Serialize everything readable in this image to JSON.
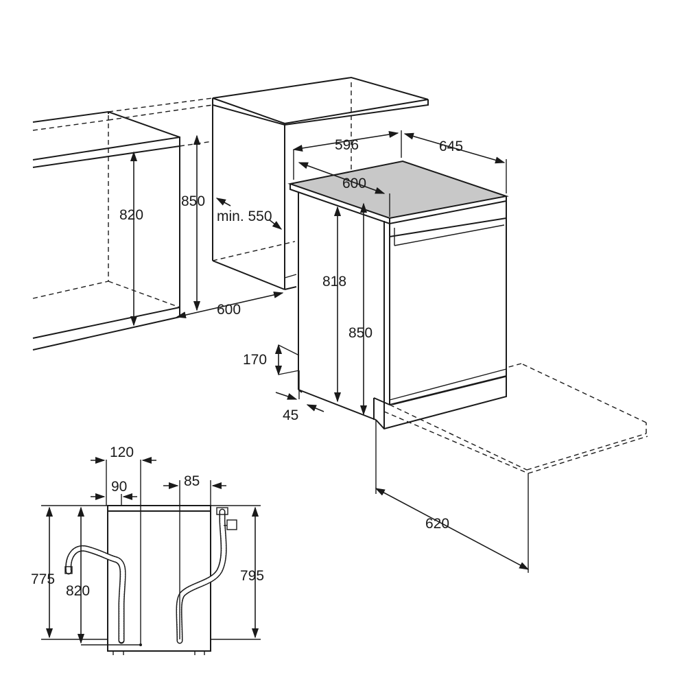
{
  "dimensions": {
    "worktop_width": "596",
    "overall_depth": "645",
    "top_depth": "600",
    "niche_height": "850",
    "cabinet_height": "820",
    "min_width_label": "min. 550",
    "niche_depth": "600",
    "body_height": "818",
    "appliance_height": "850",
    "plinth_height": "170",
    "plinth_depth": "45",
    "door_open_depth": "620",
    "hose_offset_1": "120",
    "hose_offset_2": "90",
    "hose_offset_3": "85",
    "hose_height_775": "775",
    "hose_height_820": "820",
    "hose_height_795": "795"
  }
}
